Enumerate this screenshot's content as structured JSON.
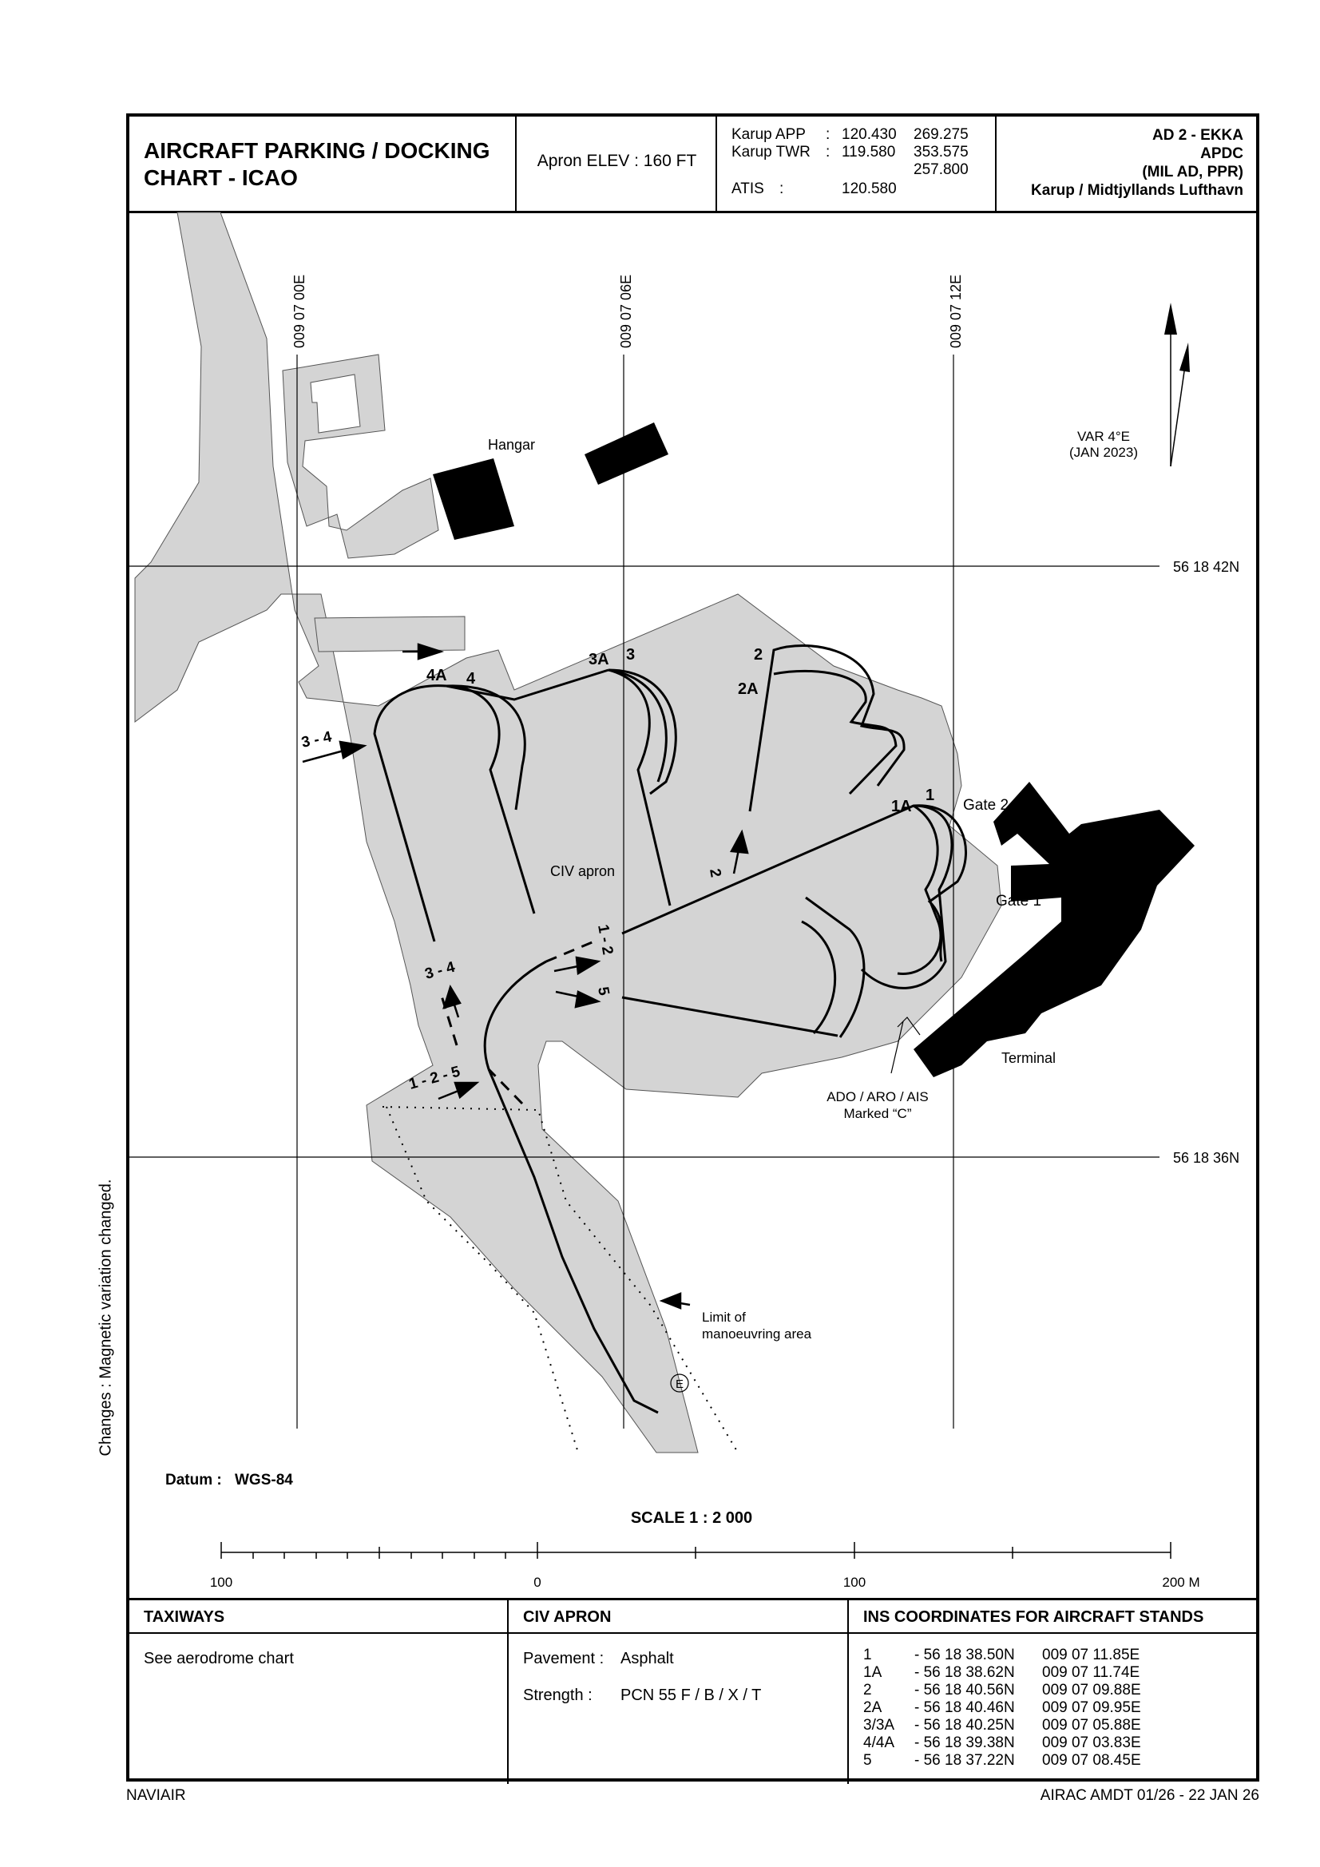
{
  "header": {
    "title_line1": "AIRCRAFT PARKING / DOCKING",
    "title_line2": "CHART - ICAO",
    "apron_elev": "Apron ELEV : 160 FT",
    "freqs": [
      {
        "name": "Karup APP",
        "sep": ":",
        "f1": "120.430",
        "f2": "269.275"
      },
      {
        "name": "Karup TWR",
        "sep": ":",
        "f1": "119.580",
        "f2": "353.575"
      },
      {
        "name": "",
        "sep": "",
        "f1": "",
        "f2": "257.800"
      },
      {
        "name": "ATIS",
        "sep": ":",
        "f1": "120.580",
        "f2": ""
      }
    ],
    "ad_code": "AD 2 - EKKA",
    "ad_type": "APDC",
    "ad_status": "(MIL AD, PPR)",
    "ad_name": "Karup / Midtjyllands Lufthavn"
  },
  "map": {
    "lon_lines": [
      "009 07 00E",
      "009 07 06E",
      "009 07 12E"
    ],
    "lat_lines": [
      "56 18 42N",
      "56 18 36N"
    ],
    "var_line1": "VAR 4°E",
    "var_line2": "(JAN 2023)",
    "hangar": "Hangar",
    "civ_apron": "CIV apron",
    "gate2": "Gate 2",
    "gate1": "Gate 1",
    "terminal": "Terminal",
    "ado_line1": "ADO / ARO / AIS",
    "ado_line2": "Marked “C”",
    "limit_line1": "Limit of",
    "limit_line2": "manoeuvring area",
    "e_mark": "E",
    "stands": {
      "s4A": "4A",
      "s4": "4",
      "s3A": "3A",
      "s3": "3",
      "s2": "2",
      "s2A": "2A",
      "s1A": "1A",
      "s1": "1"
    },
    "routes": {
      "r34a": "3 - 4",
      "r34b": "3 - 4",
      "r2": "2",
      "r12": "1 - 2",
      "r5": "5",
      "r125": "1 - 2 - 5"
    },
    "datum_label": "Datum :",
    "datum_value": "WGS-84",
    "scale": "SCALE  1 : 2 000",
    "scale_ticks": [
      "100",
      "0",
      "100",
      "200 M"
    ]
  },
  "tables": {
    "taxiways_header": "TAXIWAYS",
    "taxiways_text": "See aerodrome chart",
    "civ_header": "CIV APRON",
    "pavement_label": "Pavement :",
    "pavement_value": "Asphalt",
    "strength_label": "Strength :",
    "strength_value": "PCN 55 F / B / X / T",
    "ins_header": "INS COORDINATES FOR AIRCRAFT STANDS",
    "ins_rows": [
      {
        "id": "1",
        "lat": "- 56 18 38.50N",
        "lon": "009 07 11.85E"
      },
      {
        "id": "1A",
        "lat": "- 56 18 38.62N",
        "lon": "009 07 11.74E"
      },
      {
        "id": "2",
        "lat": "- 56 18 40.56N",
        "lon": "009 07 09.88E"
      },
      {
        "id": "2A",
        "lat": "- 56 18 40.46N",
        "lon": "009 07 09.95E"
      },
      {
        "id": "3/3A",
        "lat": "- 56 18 40.25N",
        "lon": "009 07 05.88E"
      },
      {
        "id": "4/4A",
        "lat": "- 56 18 39.38N",
        "lon": "009 07 03.83E"
      },
      {
        "id": "5",
        "lat": "- 56 18 37.22N",
        "lon": "009 07 08.45E"
      }
    ]
  },
  "footer": {
    "left": "NAVIAIR",
    "right": "AIRAC AMDT 01/26 - 22 JAN 26"
  },
  "side_note": "Changes : Magnetic variation changed."
}
